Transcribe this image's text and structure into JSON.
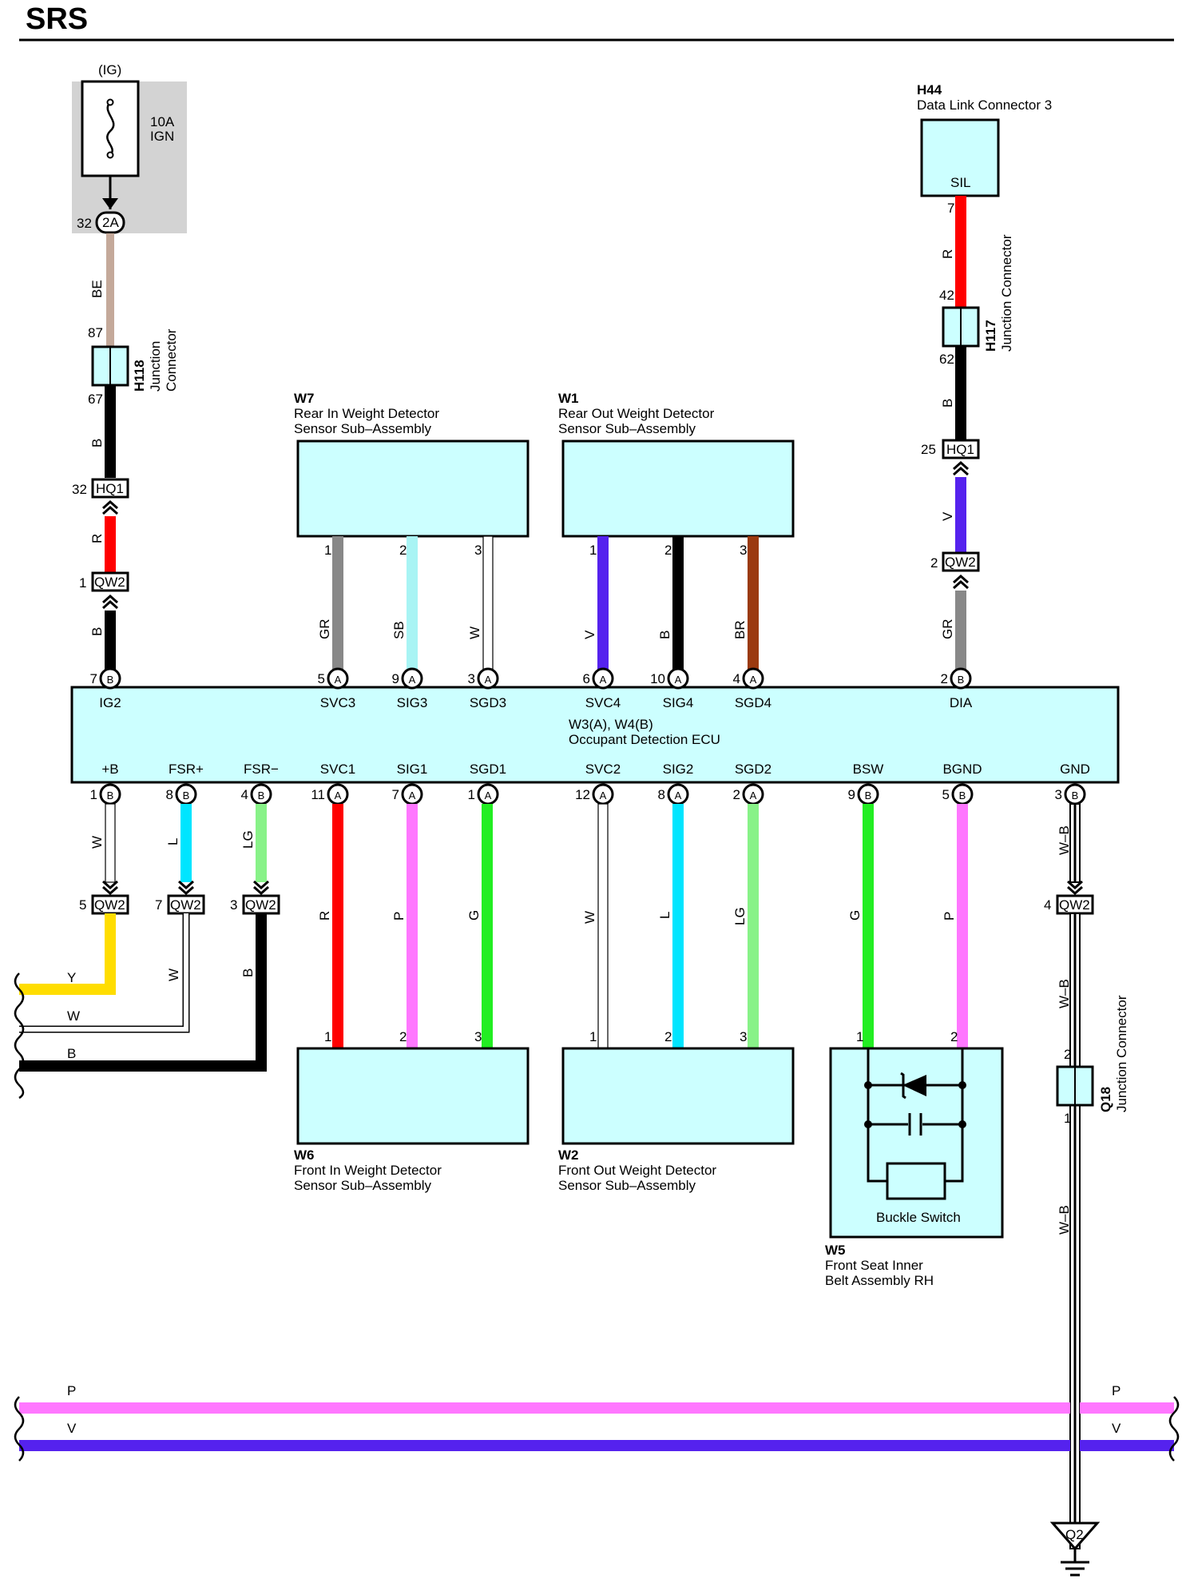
{
  "title": "SRS",
  "ecu": {
    "id": "W3(A), W4(B)",
    "name": "Occupant Detection ECU",
    "top_pins": [
      {
        "label": "IG2",
        "num": "7",
        "conn": "B"
      },
      {
        "label": "SVC3",
        "num": "5",
        "conn": "A"
      },
      {
        "label": "SIG3",
        "num": "9",
        "conn": "A"
      },
      {
        "label": "SGD3",
        "num": "3",
        "conn": "A"
      },
      {
        "label": "SVC4",
        "num": "6",
        "conn": "A"
      },
      {
        "label": "SIG4",
        "num": "10",
        "conn": "A"
      },
      {
        "label": "SGD4",
        "num": "4",
        "conn": "A"
      },
      {
        "label": "DIA",
        "num": "2",
        "conn": "B"
      }
    ],
    "bottom_pins": [
      {
        "label": "+B",
        "num": "1",
        "conn": "B"
      },
      {
        "label": "FSR+",
        "num": "8",
        "conn": "B"
      },
      {
        "label": "FSR−",
        "num": "4",
        "conn": "B"
      },
      {
        "label": "SVC1",
        "num": "11",
        "conn": "A"
      },
      {
        "label": "SIG1",
        "num": "7",
        "conn": "A"
      },
      {
        "label": "SGD1",
        "num": "1",
        "conn": "A"
      },
      {
        "label": "SVC2",
        "num": "12",
        "conn": "A"
      },
      {
        "label": "SIG2",
        "num": "8",
        "conn": "A"
      },
      {
        "label": "SGD2",
        "num": "2",
        "conn": "A"
      },
      {
        "label": "BSW",
        "num": "9",
        "conn": "B"
      },
      {
        "label": "BGND",
        "num": "5",
        "conn": "B"
      },
      {
        "label": "GND",
        "num": "3",
        "conn": "B"
      }
    ]
  },
  "fuse": {
    "source": "(IG)",
    "rating": "10A",
    "name": "IGN",
    "pin": "32",
    "conn": "2A"
  },
  "h118": {
    "id": "H118",
    "label1": "Junction",
    "label2": "Connector",
    "pin_in": "87",
    "pin_out": "67"
  },
  "h117": {
    "id": "H117",
    "label": "Junction Connector",
    "pin_in": "42",
    "pin_out": "62"
  },
  "q18": {
    "id": "Q18",
    "label": "Junction Connector",
    "pin_in": "2",
    "pin_out": "1"
  },
  "h44": {
    "id": "H44",
    "name": "Data Link Connector 3",
    "terminal": "SIL",
    "pin": "7"
  },
  "w7": {
    "id": "W7",
    "name1": "Rear In Weight Detector",
    "name2": "Sensor Sub–Assembly"
  },
  "w1": {
    "id": "W1",
    "name1": "Rear Out Weight Detector",
    "name2": "Sensor Sub–Assembly"
  },
  "w6": {
    "id": "W6",
    "name1": "Front In Weight Detector",
    "name2": "Sensor Sub–Assembly"
  },
  "w2": {
    "id": "W2",
    "name1": "Front Out Weight Detector",
    "name2": "Sensor Sub–Assembly"
  },
  "w5": {
    "id": "W5",
    "name1": "Front Seat Inner",
    "name2": "Belt Assembly RH",
    "switch": "Buckle Switch"
  },
  "inline": {
    "hq1_left": {
      "name": "HQ1",
      "pin": "32"
    },
    "qw2_left": {
      "name": "QW2",
      "pin": "1"
    },
    "hq1_right": {
      "name": "HQ1",
      "pin": "25"
    },
    "qw2_right": {
      "name": "QW2",
      "pin": "2"
    },
    "qw2_b1": {
      "name": "QW2",
      "pin": "5"
    },
    "qw2_b2": {
      "name": "QW2",
      "pin": "7"
    },
    "qw2_b3": {
      "name": "QW2",
      "pin": "3"
    },
    "qw2_gnd": {
      "name": "QW2",
      "pin": "4"
    }
  },
  "ground": {
    "id": "Q2"
  },
  "colors": {
    "BE": "#c4a99a",
    "B": "#000000",
    "R": "#ff0000",
    "GR": "#888888",
    "SB": "#a8f4f4",
    "W": "#ffffff",
    "V": "#5522ee",
    "BR": "#9b3a10",
    "L": "#00e5ff",
    "LG": "#88f288",
    "P": "#ff77ff",
    "G": "#22ee22",
    "Y": "#ffdd00",
    "box": "#ccffff"
  },
  "wires": {
    "fuse_to_h118": "BE",
    "h118_to_hq1": "B",
    "hq1_to_qw2": "R",
    "qw2_to_ig2": "B",
    "w7_1": "GR",
    "w7_2": "SB",
    "w7_3": "W",
    "w1_1": "V",
    "w1_2": "B",
    "w1_3": "BR",
    "dlc_to_h117": "R",
    "h117_to_hq1": "B",
    "hq1_to_qw2_right": "V",
    "qw2_to_dia": "GR",
    "plus_b": "W",
    "fsr_plus": "L",
    "fsr_minus": "LG",
    "svc1": "R",
    "sig1": "P",
    "sgd1": "G",
    "svc2": "W",
    "sig2": "L",
    "sgd2": "LG",
    "bsw": "G",
    "bgnd": "P",
    "gnd_upper": "W–B",
    "gnd_mid": "W–B",
    "gnd_lower": "W–B",
    "left_y": "Y",
    "left_w_vert": "W",
    "left_w": "W",
    "left_b_vert": "B",
    "left_b": "B",
    "bus_p": "P",
    "bus_v": "V"
  },
  "sensor_pins": [
    "1",
    "2",
    "3"
  ],
  "w5_pins": [
    "1",
    "2"
  ]
}
